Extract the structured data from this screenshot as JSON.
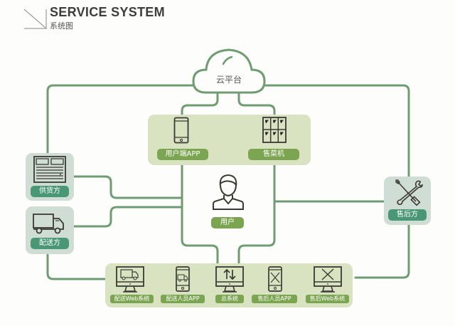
{
  "header": {
    "title": "SERVICE SYSTEM",
    "subtitle": "系统图"
  },
  "cloud": {
    "label": "云平台",
    "icon": "cloud-icon"
  },
  "colors": {
    "line": "#6f9c72",
    "panel_green": "#d9e3c2",
    "panel_teal": "#cfddd4",
    "label_green": "#7ca552",
    "label_teal": "#4a9776",
    "icon_stroke": "#3a3a32"
  },
  "top_panel": {
    "items": [
      {
        "label": "用户端APP",
        "icon": "smartphone-icon"
      },
      {
        "label": "售菜机",
        "icon": "vending-machine-icon"
      }
    ]
  },
  "user": {
    "label": "用户",
    "icon": "user-icon"
  },
  "left_nodes": [
    {
      "label": "供货方",
      "icon": "warehouse-door-icon"
    },
    {
      "label": "配送方",
      "icon": "truck-icon"
    }
  ],
  "right_node": {
    "label": "售后方",
    "icon": "tools-icon"
  },
  "bottom_panel": {
    "items": [
      {
        "label": "配送Web系统",
        "icon": "monitor-truck-icon"
      },
      {
        "label": "配送人员APP",
        "icon": "phone-truck-icon"
      },
      {
        "label": "总系统",
        "icon": "monitor-transfer-icon"
      },
      {
        "label": "售后人员APP",
        "icon": "phone-tools-icon"
      },
      {
        "label": "售后Web系统",
        "icon": "monitor-tools-icon"
      }
    ]
  }
}
